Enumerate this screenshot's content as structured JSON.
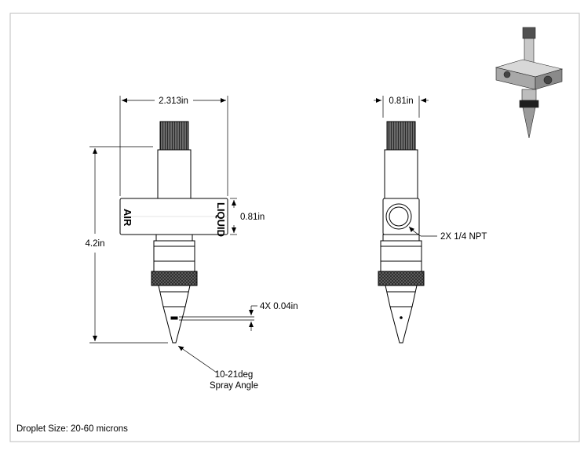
{
  "dimensions": {
    "overall_width": "2.313in",
    "side_width": "0.81in",
    "body_height": "0.81in",
    "overall_height": "4.2in",
    "orifice": "4X 0.04in",
    "ports": "2X 1/4 NPT"
  },
  "labels": {
    "air": "AIR",
    "liquid": "LIQUID"
  },
  "spray": {
    "line1": "10-21deg",
    "line2": "Spray Angle"
  },
  "note": "Droplet Size: 20-60 microns",
  "colors": {
    "line": "#000000",
    "frame": "#bdbdbd",
    "knurl_cap": "#595959",
    "knurl_ring": "#1f1f1f"
  }
}
